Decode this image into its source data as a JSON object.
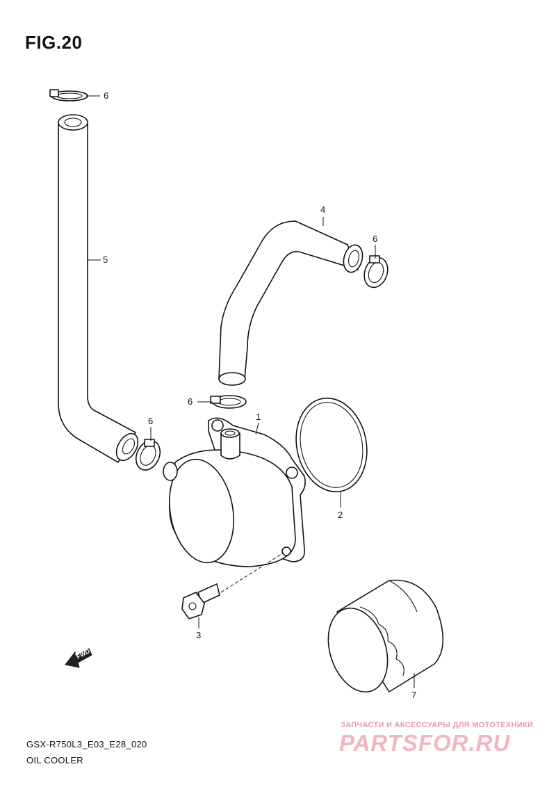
{
  "figure": {
    "title": "FIG.20"
  },
  "callouts": {
    "clamp_top": "6",
    "hose_long": "5",
    "hose_bent": "4",
    "clamp_right": "6",
    "clamp_mid": "6",
    "clamp_left": "6",
    "oil_cooler": "1",
    "o_ring": "2",
    "bolt": "3",
    "oil_filter": "7"
  },
  "fwd_label": "FWD",
  "footer": {
    "code": "GSX-R750L3_E03_E28_020",
    "name": "OIL COOLER"
  },
  "watermark": {
    "tagline": "ЗАПЧАСТИ И АКСЕССУАРЫ ДЛЯ МОТОТЕХНИКИ",
    "logo": "PARTSFOR.RU"
  }
}
